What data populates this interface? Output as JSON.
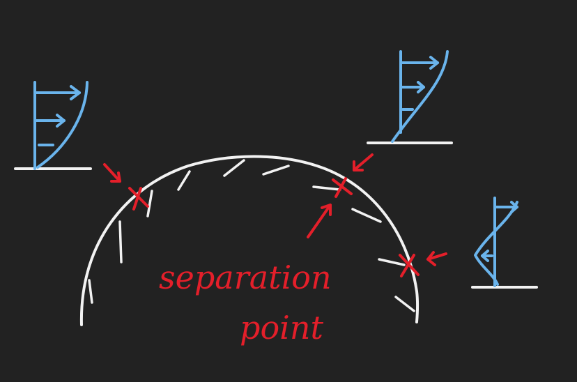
{
  "diagram": {
    "annotation": {
      "line1": "separation",
      "line2": "point"
    },
    "colors": {
      "background": "#222222",
      "surface": "#f2f2f2",
      "velocity_profile": "#6ab4ec",
      "annotation": "#e41f2a"
    },
    "profiles": [
      {
        "name": "attached-profile",
        "state": "attached"
      },
      {
        "name": "separation-profile",
        "state": "zero wall shear"
      },
      {
        "name": "reversed-profile",
        "state": "reversed flow"
      }
    ],
    "markers": [
      {
        "name": "upstream-marker"
      },
      {
        "name": "separation-point-marker"
      },
      {
        "name": "downstream-marker"
      }
    ]
  }
}
